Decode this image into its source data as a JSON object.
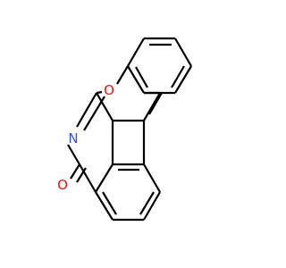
{
  "molecule": {
    "atoms": [
      {
        "id": "O_ring",
        "symbol": "O",
        "color": "#ff0d0d"
      },
      {
        "id": "N_ring",
        "symbol": "N",
        "color": "#3050f8"
      },
      {
        "id": "O_carbonyl",
        "symbol": "O",
        "color": "#ff0d0d"
      }
    ],
    "bond_color": "#000000"
  }
}
